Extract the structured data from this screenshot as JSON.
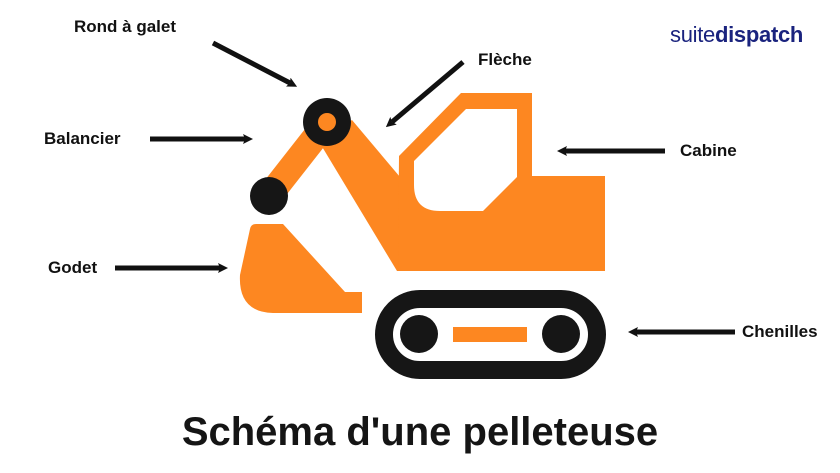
{
  "brand": {
    "part1": "suite",
    "part2": "dispatch",
    "color": "#1a237e"
  },
  "title": "Schéma d'une pelleteuse",
  "labels": {
    "rond_a_galet": "Rond à galet",
    "fleche": "Flèche",
    "balancier": "Balancier",
    "cabine": "Cabine",
    "godet": "Godet",
    "chenilles": "Chenilles"
  },
  "colors": {
    "orange": "#fd8721",
    "dark": "#161616"
  }
}
